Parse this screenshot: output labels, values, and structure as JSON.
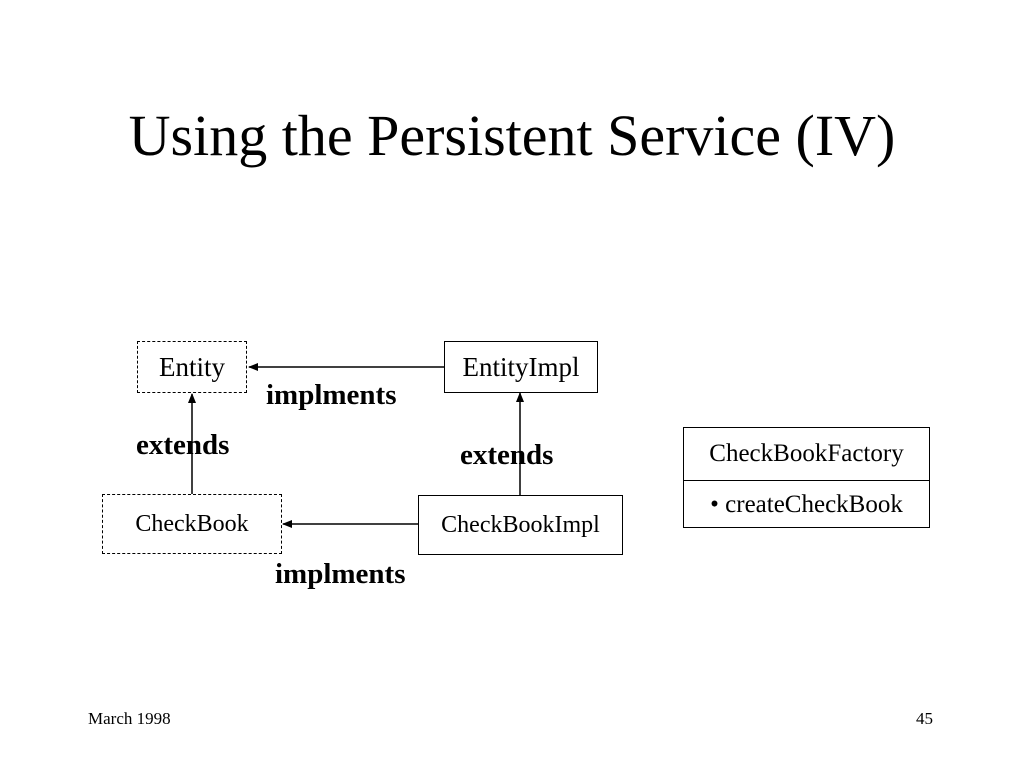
{
  "slide": {
    "title": "Using the Persistent Service (IV)",
    "footer_date": "March 1998",
    "page_number": "45"
  },
  "diagram": {
    "nodes": {
      "entity": "Entity",
      "entity_impl": "EntityImpl",
      "checkbook": "CheckBook",
      "checkbook_impl": "CheckBookImpl"
    },
    "edges": {
      "entity_impl_to_entity": "implments",
      "checkbook_to_entity": "extends",
      "checkbook_impl_to_entity_impl": "extends",
      "checkbook_impl_to_checkbook": "implments"
    },
    "factory": {
      "name": "CheckBookFactory",
      "method": "• createCheckBook"
    }
  }
}
